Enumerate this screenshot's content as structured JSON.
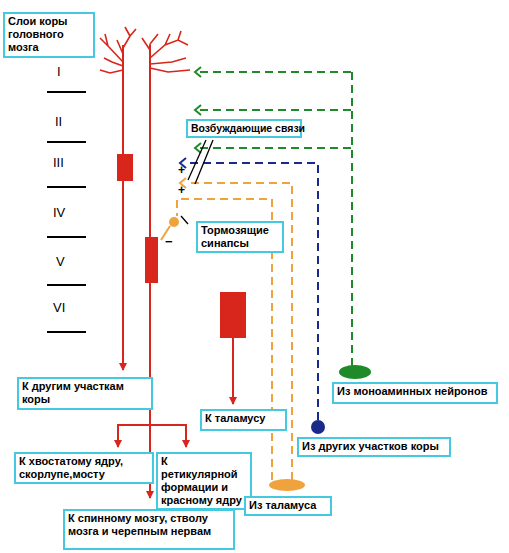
{
  "diagram": {
    "nodes": [
      {
        "text": [
          "Слои коры головного мозга"
        ]
      },
      {
        "text": [
          "Возбуждающие связи"
        ]
      },
      {
        "text": [
          "Тормозящие синапсы"
        ]
      },
      {
        "text": [
          "К другим участкам коры"
        ]
      },
      {
        "text": [
          "К таламусу"
        ]
      },
      {
        "text": [
          "К хвостатому ядру, скорлупе,мосту"
        ]
      },
      {
        "text": [
          "К ретикулярной формации и красному ядру"
        ]
      },
      {
        "text": [
          "К спинному мозгу, стволу мозга и черепным нервам"
        ]
      },
      {
        "text": [
          "Из моноаминных нейронов"
        ]
      },
      {
        "text": [
          "Из других участков коры"
        ]
      },
      {
        "text": [
          "Из таламуса"
        ]
      }
    ],
    "labels": [
      "I",
      "II",
      "III",
      "IV",
      "V",
      "VI",
      "+",
      "+",
      "−"
    ]
  }
}
